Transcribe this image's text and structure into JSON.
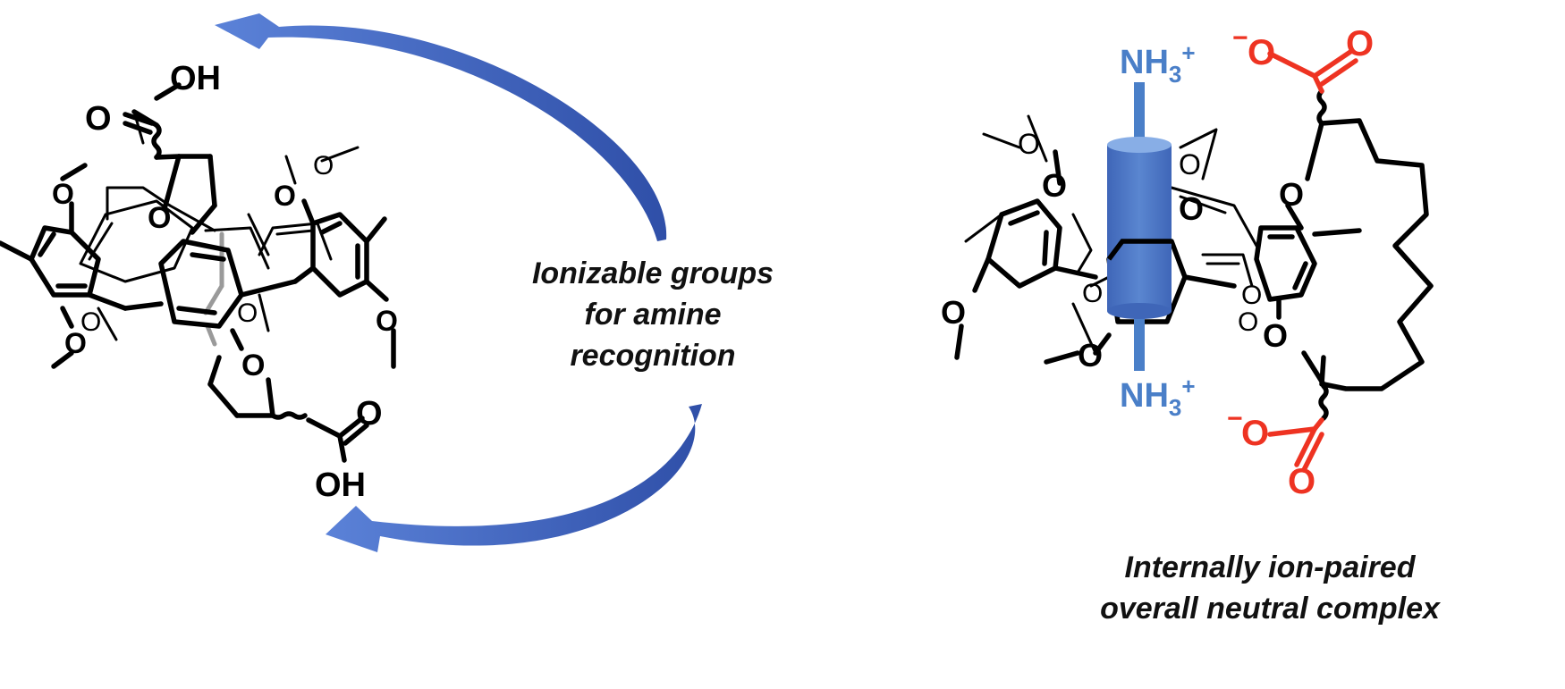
{
  "center_caption": {
    "line1": "Ionizable groups",
    "line2": "for amine",
    "line3": "recognition"
  },
  "right_caption": {
    "line1": "Internally ion-paired",
    "line2": "overall neutral complex"
  },
  "left_molecule": {
    "top_acid_oh": "OH",
    "top_acid_o": "O",
    "bottom_acid_oh": "OH",
    "bottom_acid_o": "O",
    "ether_o": "O"
  },
  "right_molecule": {
    "ammonium_top": {
      "base": "NH",
      "sub": "3",
      "sup": "+"
    },
    "ammonium_bottom": {
      "base": "NH",
      "sub": "3",
      "sup": "+"
    },
    "carboxylate_top": {
      "charge": "−",
      "o_single": "O",
      "o_double": "O"
    },
    "carboxylate_bottom": {
      "charge": "−",
      "o_single": "O",
      "o_double": "O"
    },
    "ether_o": "O"
  },
  "colors": {
    "arrow": "#3f63c4",
    "ammonium": "#4a7fc8",
    "carboxylate": "#ee3322",
    "bond": "#000000",
    "back_bond": "#9a9a9a"
  }
}
